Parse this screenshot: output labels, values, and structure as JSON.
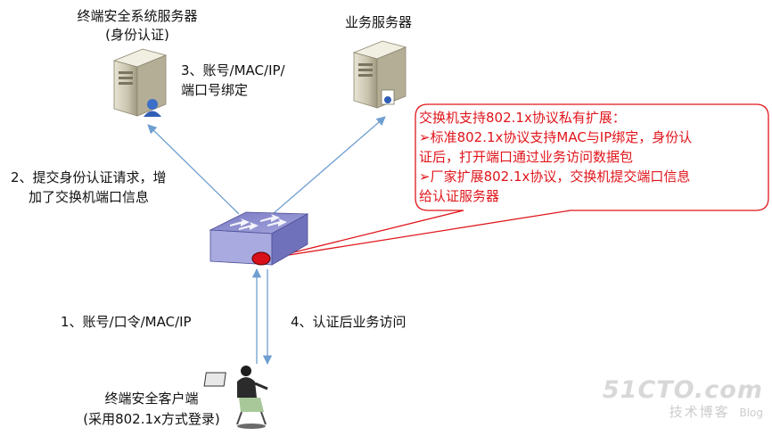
{
  "nodes": {
    "auth_server": {
      "title": "终端安全系统服务器",
      "subtitle": "(身份认证)"
    },
    "biz_server": {
      "title": "业务服务器"
    },
    "client": {
      "title": "终端安全客户端",
      "subtitle": "(采用802.1x方式登录)"
    }
  },
  "edges": {
    "step1": "1、账号/口令/MAC/IP",
    "step2_line1": "2、提交身份认证请求，增",
    "step2_line2": "加了交换机端口信息",
    "step3_line1": "3、账号/MAC/IP/",
    "step3_line2": "端口号绑定",
    "step4": "4、认证后业务访问"
  },
  "callout": {
    "heading": "交换机支持802.1x协议私有扩展：",
    "line1": "➢标准802.1x协议支持MAC与IP绑定，身份认",
    "line2": "证后，打开端口通过业务访问数据包",
    "line3": "➢厂家扩展802.1x协议，交换机提交端口信息",
    "line4": "给认证服务器"
  },
  "watermark": {
    "site": "51CTO.com",
    "sub": "技术博客",
    "blog": "Blog"
  },
  "colors": {
    "callout": "#e0151b",
    "arrow": "#6f9fd0",
    "switch": "#8e8fcf"
  }
}
